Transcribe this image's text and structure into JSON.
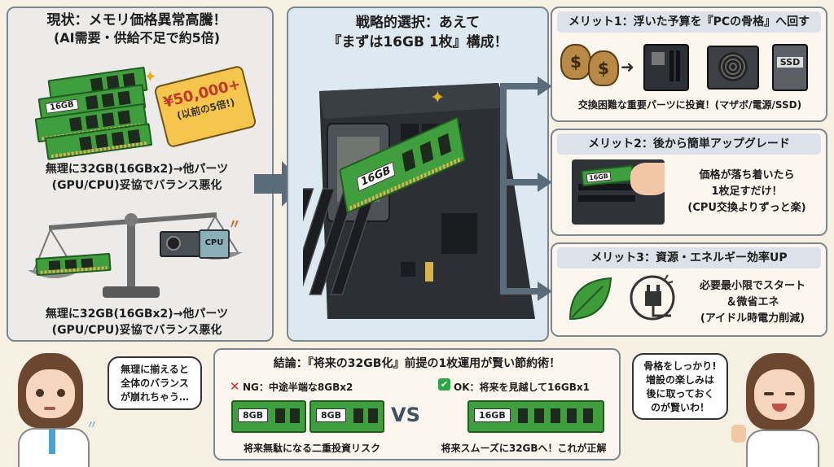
{
  "left_panel": {
    "title_line1": "現状：メモリ価格異常高騰！",
    "title_line2": "(AI需要・供給不足で約5倍)",
    "ram_label": "16GB",
    "price_tag_price": "¥50,000+",
    "price_tag_note": "(以前の5倍!)",
    "caption1_line1": "無理に32GB(16GBx2)→他パーツ",
    "caption1_line2": "(GPU/CPU)妥協でバランス悪化",
    "cpu_label": "CPU",
    "caption2_line1": "無理に32GB(16GBx2)→他パーツ",
    "caption2_line2": "(GPU/CPU)妥協でバランス悪化"
  },
  "mid_panel": {
    "title_line1": "戦略的選択：あえて",
    "title_line2": "『まずは16GB 1枚』構成！",
    "ram_label": "16GB"
  },
  "merit1": {
    "title": "メリット1：浮いた予算を『PCの骨格』へ回す",
    "caption": "交換困難な重要パーツに投資！(マザボ/電源/SSD)",
    "ssd_label": "SSD"
  },
  "merit2": {
    "title": "メリット2：後から簡単アップグレード",
    "line1": "価格が落ち着いたら",
    "line2": "1枚足すだけ！",
    "line3": "(CPU交換よりずっと楽)",
    "ram_label": "16GB"
  },
  "merit3": {
    "title": "メリット3：資源・エネルギー効率UP",
    "line1": "必要最小限でスタート",
    "line2": "＆微省エネ",
    "line3": "(アイドル時電力削減)"
  },
  "bottom": {
    "title": "結論：『将来の32GB化』前提の1枚運用が賢い節約術！",
    "ng_label": "NG：中途半端な8GBx2",
    "ok_label": "OK：将来を見越して16GBx1",
    "ram_8gb_a": "8GB",
    "ram_8gb_b": "8GB",
    "ram_16gb": "16GB",
    "vs": "VS",
    "ng_caption": "将来無駄になる二重投資リスク",
    "ok_caption": "将来スムーズに32GBへ！これが正解"
  },
  "left_bubble": {
    "line1": "無理に揃えると",
    "line2": "全体のバランス",
    "line3": "が崩れちゃう…"
  },
  "right_bubble": {
    "line1": "骨格をしっかり!",
    "line2": "増設の楽しみは",
    "line3": "後に取っておく",
    "line4": "のが賢いわ！"
  },
  "colors": {
    "ram_green": "#3f9f3c",
    "price_tag": "#f5c64b",
    "ng_red": "#d62828",
    "ok_green": "#2aa845",
    "arrow_slate": "#5a6b7a"
  }
}
